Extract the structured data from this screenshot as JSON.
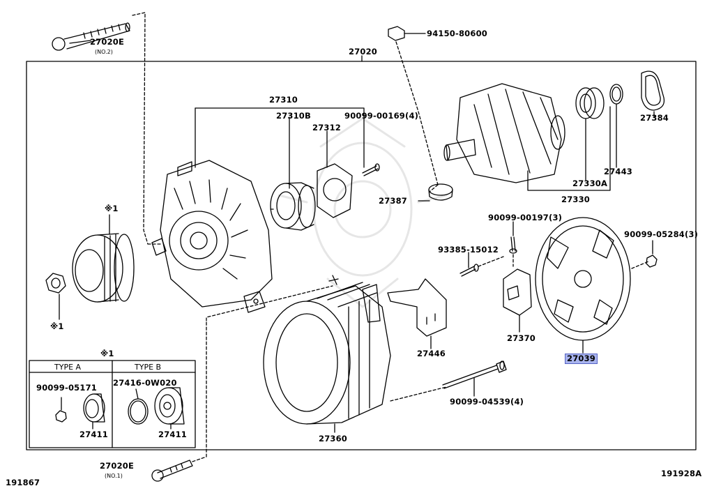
{
  "labels": {
    "bolt_top": "27020E",
    "bolt_top_no": "(NO.2)",
    "assembly": "27020",
    "nut_top": "94150-80600",
    "frame_group": "27310",
    "bearing_front": "27310B",
    "retainer": "27312",
    "screw_retainer": "90099-00169(4)",
    "bearing_right": "27384",
    "rotor": "27330A",
    "ring": "27443",
    "rotor_group": "27330",
    "insulator": "27387",
    "screw_mid": "90099-00197(3)",
    "nut_right": "90099-05284(3)",
    "bolt_mid": "93385-15012",
    "pulley_mark": "※1",
    "nut_left_mark": "※1",
    "regulator": "27370",
    "rear_cover": "27039",
    "plate": "27446",
    "stator": "27360",
    "bolt_long": "90099-04539(4)",
    "bolt_bottom": "27020E",
    "bolt_bottom_no": "(NO.1)",
    "table_mark": "※1",
    "doc_left": "191867",
    "doc_right": "191928A"
  },
  "table": {
    "type_a": "TYPE A",
    "type_b": "TYPE B",
    "a_nut": "90099-05171",
    "a_pulley": "27411",
    "b_cap": "27416-0W020",
    "b_pulley": "27411"
  },
  "highlight_color": "#a9b4ee"
}
